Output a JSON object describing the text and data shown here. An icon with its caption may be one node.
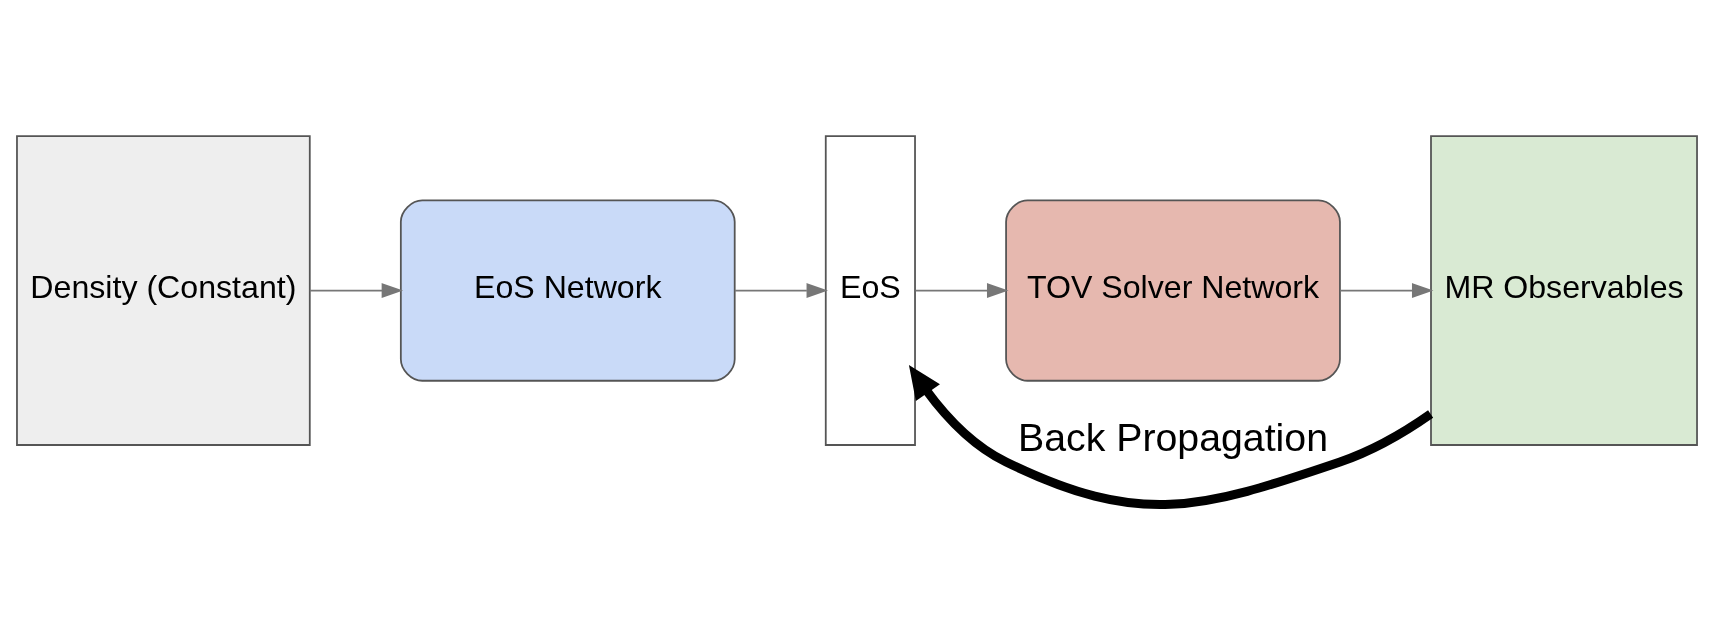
{
  "diagram": {
    "nodes": [
      {
        "text": [
          "Density (Constant)"
        ]
      },
      {
        "text": [
          "EoS Network"
        ]
      },
      {
        "text": [
          "EoS"
        ]
      },
      {
        "text": [
          "TOV Solver Network"
        ]
      },
      {
        "text": [
          "MR Observables"
        ]
      }
    ],
    "edges": [
      {
        "from": 0,
        "to": 1,
        "arrow": "to"
      },
      {
        "from": 1,
        "to": 2,
        "arrow": "to"
      },
      {
        "from": 2,
        "to": 3,
        "arrow": "to"
      },
      {
        "from": 3,
        "to": 4,
        "arrow": "to"
      },
      {
        "from": 4,
        "to": 2,
        "arrow": "to",
        "label": "Back Propagation",
        "style": "thick",
        "color": "#000000"
      }
    ]
  }
}
